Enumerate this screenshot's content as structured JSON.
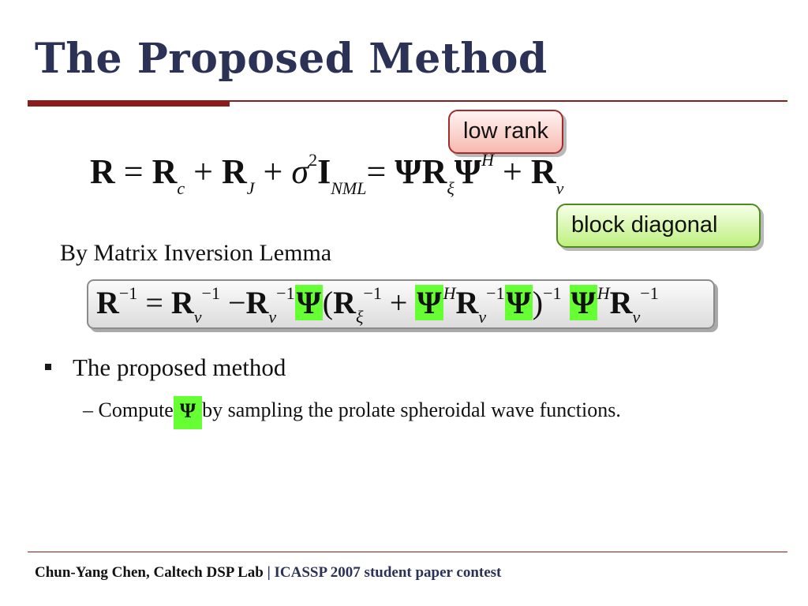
{
  "slide": {
    "title": "The Proposed Method"
  },
  "callouts": {
    "low_rank": "low rank",
    "block_diagonal": "block diagonal"
  },
  "equations": {
    "covariance": {
      "R": "R",
      "eq": "=",
      "Rc_base": "R",
      "Rc_sub": "c",
      "plus1": "+",
      "RJ_base": "R",
      "RJ_sub": "J",
      "plus2": "+",
      "sigma": "σ",
      "sigma_sup": "2",
      "I": "I",
      "I_sub": "NML",
      "eq2": "=",
      "Psi1": "Ψ",
      "Rxi_base": "R",
      "Rxi_sub": "ξ",
      "Psi2": "Ψ",
      "Psi2_sup": "H",
      "plus3": "+",
      "Rv_base": "R",
      "Rv_sub": "v"
    },
    "lemma_label": "By Matrix Inversion Lemma",
    "inverse": {
      "R": "R",
      "R_sup": "−1",
      "eq": "=",
      "Rv1": "R",
      "Rv1_sub": "v",
      "Rv1_sup": "−1",
      "minus": "−",
      "Rv2": "R",
      "Rv2_sub": "v",
      "Rv2_sup": "−1",
      "Psi1": "Ψ",
      "lparen": "(",
      "Rxi": "R",
      "Rxi_sub": "ξ",
      "Rxi_sup": "−1",
      "plus": "+",
      "Psi2": "Ψ",
      "Psi2_sup": "H",
      "Rv3": "R",
      "Rv3_sub": "v",
      "Rv3_sup": "−1",
      "Psi3": "Ψ",
      "rparen": ")",
      "paren_sup": "−1",
      "Psi4": "Ψ",
      "Psi4_sup": "H",
      "Rv4": "R",
      "Rv4_sub": "v",
      "Rv4_sup": "−1"
    }
  },
  "bullets": {
    "level1": "The proposed method",
    "level2_dash": "–",
    "level2_pre": "Compute",
    "level2_symbol": "Ψ",
    "level2_post": "by sampling the prolate spheroidal wave functions."
  },
  "footer": {
    "author": "Chun-Yang Chen, Caltech DSP Lab",
    "separator": "|",
    "conference": "ICASSP 2007 student paper contest"
  },
  "colors": {
    "title": "#2b3256",
    "rule": "#8a1c1c",
    "highlight": "#66ff33",
    "low_rank_fill": "#f6b9b0",
    "block_diag_fill": "#bff07e"
  }
}
